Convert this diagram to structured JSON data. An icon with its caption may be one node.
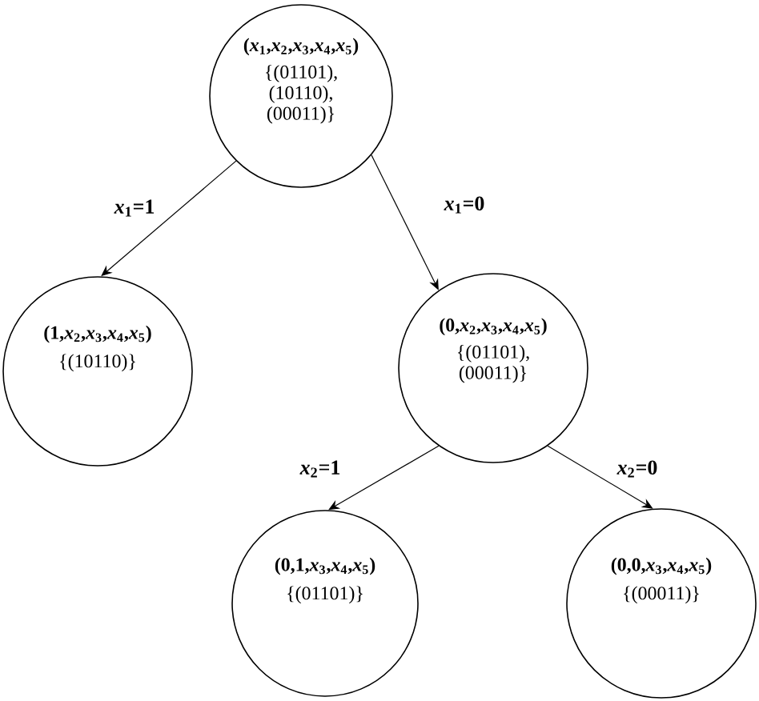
{
  "diagram": {
    "nodes": [
      {
        "text": [
          "(*x*$_{1}$,*x*$_{2}$,*x*$_{3}$,*x*$_{4}$,*x*$_{5}$)",
          "{(01101), (10110), (00011)}"
        ]
      },
      {
        "text": [
          "(1,*x*$_{2}$,*x*$_{3}$,*x*$_{4}$,*x*$_{5}$)",
          "{(10110)}"
        ]
      },
      {
        "text": [
          "(0,*x*$_{2}$,*x*$_{3}$,*x*$_{4}$,*x*$_{5}$)",
          "{(01101), (00011)}"
        ]
      },
      {
        "text": [
          "(0,1,*x*$_{3}$,*x*$_{4}$,*x*$_{5}$)",
          "{(01101)}"
        ]
      },
      {
        "text": [
          "(0,0,*x*$_{3}$,*x*$_{4}$,*x*$_{5}$)",
          "{(00011)}"
        ]
      }
    ],
    "edges": [
      {
        "from": 0,
        "to": 1,
        "arrow": "to",
        "label": "*x*$_{1}$=1"
      },
      {
        "from": 0,
        "to": 2,
        "arrow": "to",
        "label": "*x*$_{1}$=0"
      },
      {
        "from": 2,
        "to": 3,
        "arrow": "to",
        "label": "*x*$_{2}$=1"
      },
      {
        "from": 2,
        "to": 4,
        "arrow": "to",
        "label": "*x*$_{2}$=0"
      }
    ]
  }
}
